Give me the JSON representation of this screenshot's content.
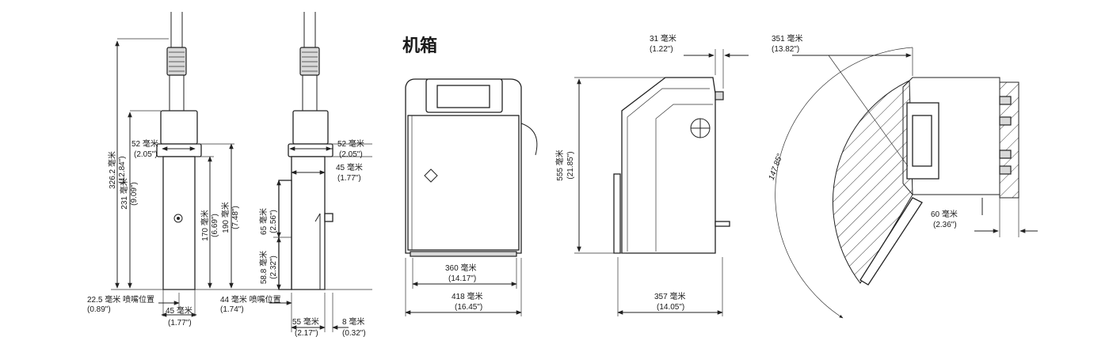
{
  "title": "机箱",
  "printhead": {
    "h_total": "326.2 毫米",
    "h_total_in": "(12.84\")",
    "h_231": "231 毫米",
    "h_231_in": "(9.09\")",
    "w52": "52 毫米",
    "w52_in": "(2.05\")",
    "h170": "170 毫米",
    "h170_in": "(6.69\")",
    "h190": "190 毫米",
    "h190_in": "(7.48\")",
    "nozzle_front": "22.5 毫米 喷嘴位置",
    "nozzle_front_in": "(0.89\")",
    "w45": "45 毫米",
    "w45_in": "(1.77\")"
  },
  "printhead_side": {
    "w52": "52 毫米",
    "w52_in": "(2.05\")",
    "w45": "45 毫米",
    "w45_in": "(1.77\")",
    "h65": "65 毫米",
    "h65_in": "(2.56\")",
    "h58": "58.8 毫米",
    "h58_in": "(2.32\")",
    "nozzle_side": "44 毫米 喷嘴位置",
    "nozzle_side_in": "(1.74\")",
    "w55": "55 毫米",
    "w55_in": "(2.17\")",
    "w8": "8 毫米",
    "w8_in": "(0.32\")"
  },
  "cabinet_front": {
    "w360": "360 毫米",
    "w360_in": "(14.17\")",
    "w418": "418 毫米",
    "w418_in": "(16.45\")"
  },
  "cabinet_side": {
    "h555": "555 毫米",
    "h555_in": "(21.85\")",
    "w31": "31 毫米",
    "w31_in": "(1.22\")",
    "w357": "357 毫米",
    "w357_in": "(14.05\")"
  },
  "cabinet_top": {
    "w351": "351 毫米",
    "w351_in": "(13.82\")",
    "angle": "147.85°",
    "w60": "60 毫米",
    "w60_in": "(2.36\")"
  }
}
